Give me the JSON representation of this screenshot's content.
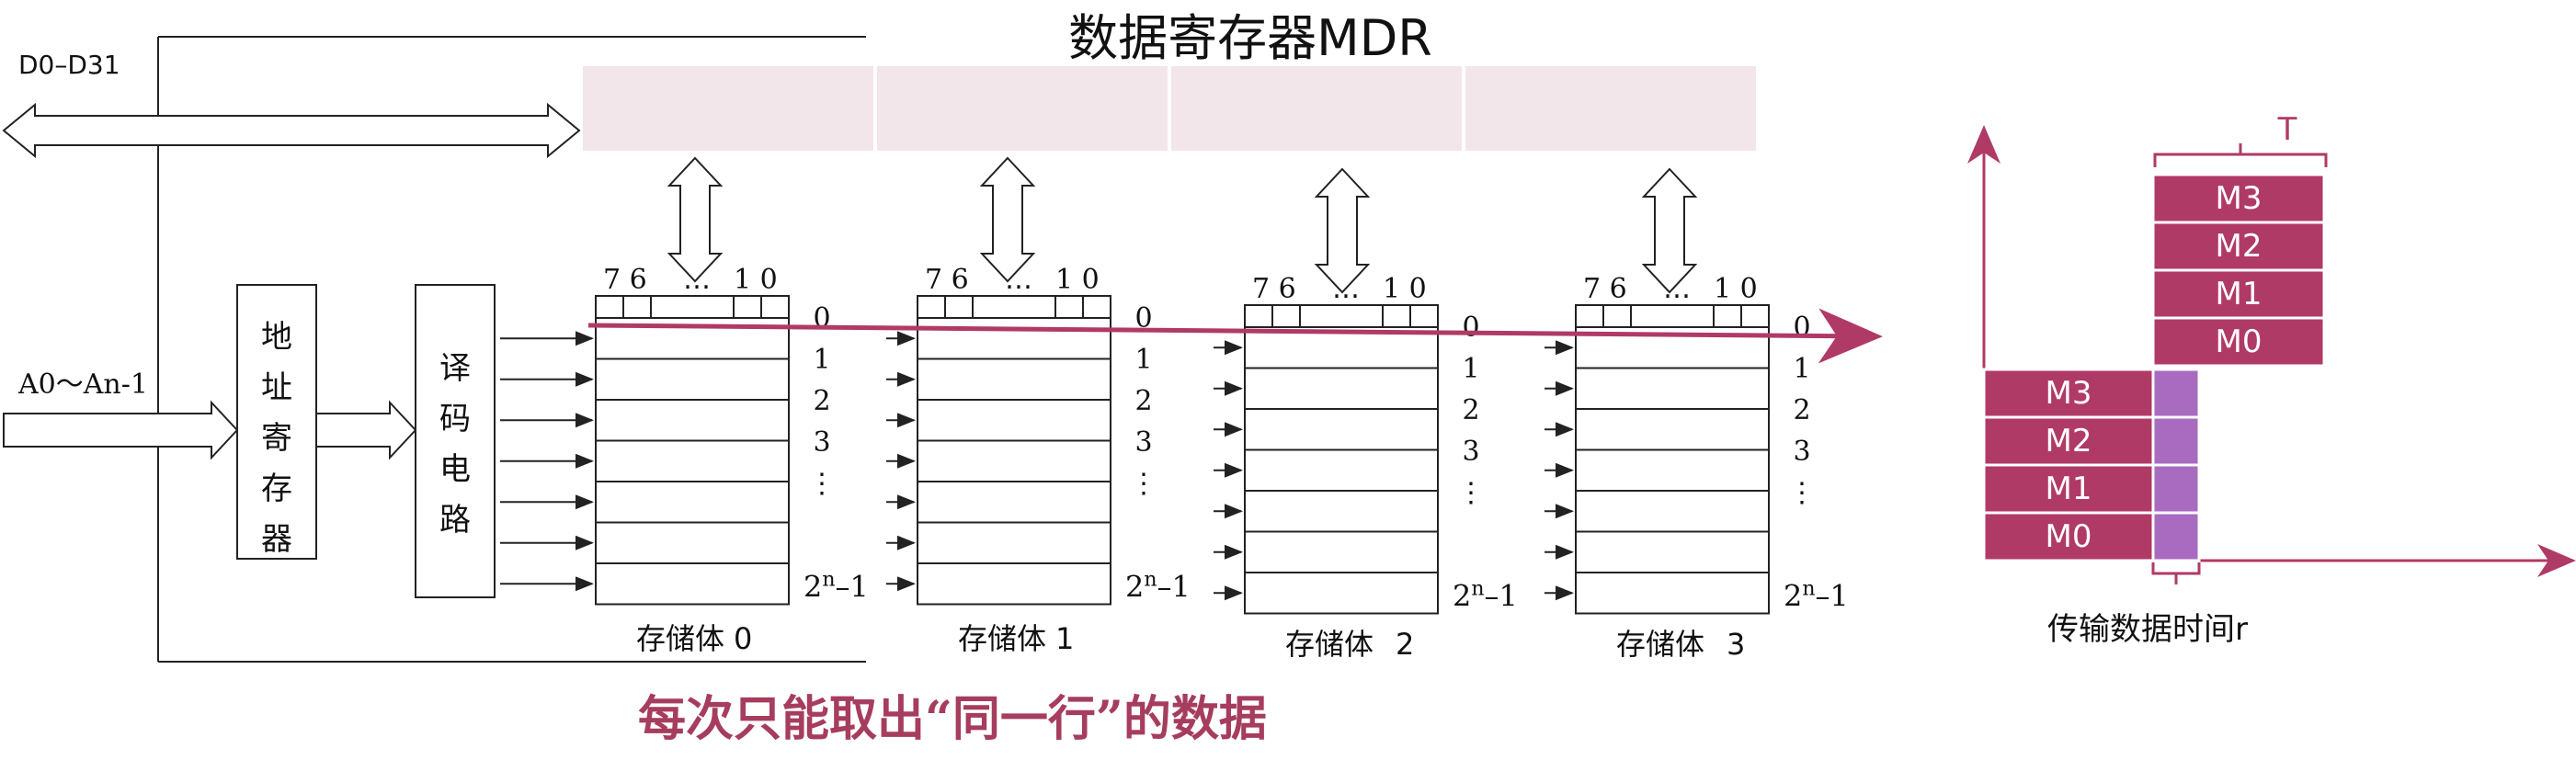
{
  "title": "数据寄存器MDR",
  "bus_label": "D0–D31",
  "addr_label": "A0～An-1",
  "addr_register": "地址寄存器",
  "decoder": "译码电路",
  "bit_high": "7 6",
  "bit_dots": "…",
  "bit_low": "1 0",
  "rows": [
    "0",
    "1",
    "2",
    "3",
    "⋮"
  ],
  "last_row_base": "2",
  "last_row_exp": "n",
  "last_row_suffix": "–1",
  "banks": [
    {
      "label": "存储体",
      "index": "0"
    },
    {
      "label": "存储体",
      "index": "1"
    },
    {
      "label": "存储体",
      "index": "2"
    },
    {
      "label": "存储体",
      "index": "3"
    }
  ],
  "note": "每次只能取出“同一行”的数据",
  "timing": {
    "period_label": "T",
    "stack_top": [
      "M3",
      "M2",
      "M1",
      "M0"
    ],
    "stack_bottom": [
      "M3",
      "M2",
      "M1",
      "M0"
    ],
    "x_label": "传输数据时间r"
  },
  "colors": {
    "accent": "#b03a66",
    "cell_fill": "#b03a66",
    "purple": "#a86bc0",
    "mdr_fill": "#f3e6ea",
    "note": "#a63d5e"
  }
}
